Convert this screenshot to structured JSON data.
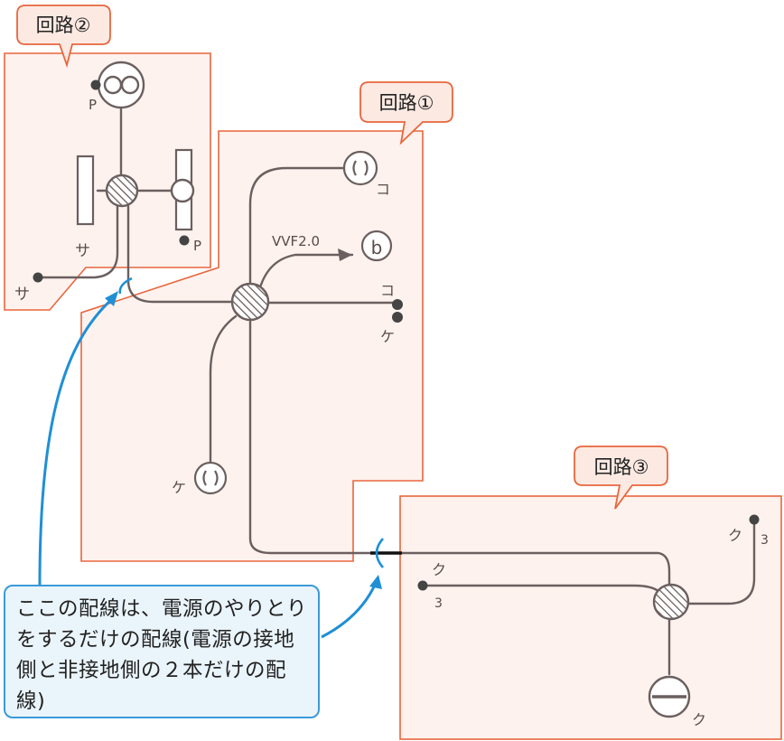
{
  "circuits": {
    "c1": "回路①",
    "c2": "回路②",
    "c3": "回路③"
  },
  "cable_label": "VVF2.0",
  "switch_label_b": "b",
  "symbols": {
    "p_top": "P",
    "p_right": "P",
    "sa_bar": "サ",
    "sa_end": "サ",
    "ko_lamp": "コ",
    "ko_switch": "コ",
    "ke_switch": "ケ",
    "ke_lamp": "ケ",
    "ku_switch_top": "ク",
    "ku_switch_top_sub": "3",
    "ku_switch_left": "ク",
    "ku_switch_left_sub": "3",
    "ku_lamp": "ク"
  },
  "note": {
    "text": "ここの配線は、電源のやりとりをするだけの配線(電源の接地側と非接地側の２本だけの配線)"
  },
  "colors": {
    "callout_border": "#e8663d",
    "callout_fill": "#fbe9e2",
    "note_border": "#3a9ad9",
    "note_fill": "#eaf4fb",
    "wire": "#6b5f5f",
    "arrow": "#1f8fd6"
  }
}
